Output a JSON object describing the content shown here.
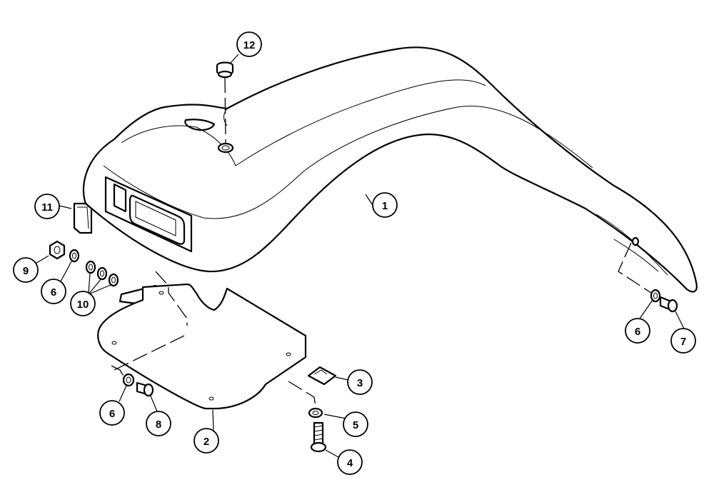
{
  "callouts": [
    {
      "id": "c1",
      "number": "1"
    },
    {
      "id": "c2",
      "number": "2"
    },
    {
      "id": "c3",
      "number": "3"
    },
    {
      "id": "c4",
      "number": "4"
    },
    {
      "id": "c5",
      "number": "5"
    },
    {
      "id": "c6a",
      "number": "6"
    },
    {
      "id": "c6b",
      "number": "6"
    },
    {
      "id": "c6c",
      "number": "6"
    },
    {
      "id": "c7",
      "number": "7"
    },
    {
      "id": "c8",
      "number": "8"
    },
    {
      "id": "c9",
      "number": "9"
    },
    {
      "id": "c10",
      "number": "10"
    },
    {
      "id": "c11",
      "number": "11"
    },
    {
      "id": "c12",
      "number": "12"
    }
  ]
}
